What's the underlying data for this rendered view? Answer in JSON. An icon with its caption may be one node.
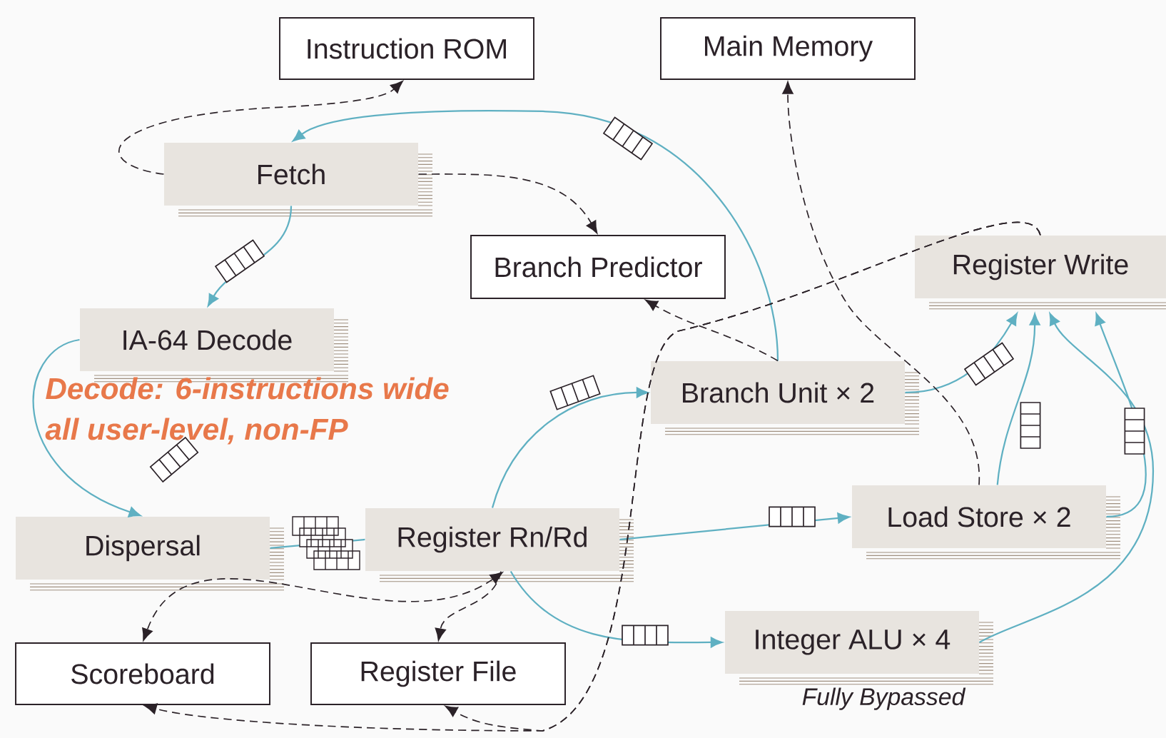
{
  "diagram": {
    "nodes": [
      {
        "text": [
          "Instruction ROM"
        ]
      },
      {
        "text": [
          "Main Memory"
        ]
      },
      {
        "text": [
          "Fetch"
        ]
      },
      {
        "text": [
          "Branch Predictor"
        ]
      },
      {
        "text": [
          "Register Write"
        ]
      },
      {
        "text": [
          "IA-64 Decode"
        ]
      },
      {
        "text": [
          "Branch Unit × 2"
        ]
      },
      {
        "text": [
          "Dispersal"
        ]
      },
      {
        "text": [
          "Register Rn/Rd"
        ]
      },
      {
        "text": [
          "Load Store × 2"
        ]
      },
      {
        "text": [
          "Integer ALU × 4"
        ],
        "beside": [
          "Fully Bypassed"
        ]
      },
      {
        "text": [
          "Scoreboard"
        ]
      },
      {
        "text": [
          "Register File"
        ]
      }
    ],
    "edges": [
      {
        "from": 2,
        "to": 0,
        "arrow": "to",
        "style": "dashed",
        "color": "#2b2228"
      },
      {
        "from": 2,
        "to": 3,
        "arrow": "to",
        "style": "dashed",
        "color": "#2b2228"
      },
      {
        "from": 6,
        "to": 2,
        "arrow": "to"
      },
      {
        "from": 2,
        "to": 5,
        "arrow": "to"
      },
      {
        "from": 5,
        "to": 7,
        "arrow": "to"
      },
      {
        "from": 7,
        "to": 8,
        "arrow": "none"
      },
      {
        "from": 8,
        "to": 6,
        "arrow": "to"
      },
      {
        "from": 8,
        "to": 9,
        "arrow": "to"
      },
      {
        "from": 8,
        "to": 10,
        "arrow": "to"
      },
      {
        "from": 8,
        "to": 11,
        "arrow": "both",
        "style": "dashed",
        "color": "#2b2228"
      },
      {
        "from": 8,
        "to": 12,
        "arrow": "to",
        "style": "dashed",
        "color": "#2b2228"
      },
      {
        "from": 6,
        "to": 3,
        "arrow": "to",
        "style": "dashed",
        "color": "#2b2228"
      },
      {
        "from": 6,
        "to": 4,
        "arrow": "to"
      },
      {
        "from": 9,
        "to": 4,
        "arrow": "to"
      },
      {
        "from": 9,
        "to": 4,
        "arrow": "to"
      },
      {
        "from": 10,
        "to": 4,
        "arrow": "to"
      },
      {
        "from": 9,
        "to": 1,
        "arrow": "to",
        "style": "dashed",
        "color": "#2b2228"
      },
      {
        "from": 4,
        "to": 11,
        "arrow": "to",
        "style": "dashed",
        "color": "#2b2228"
      },
      {
        "from": 4,
        "to": 12,
        "arrow": "to",
        "style": "dashed",
        "color": "#2b2228"
      }
    ],
    "labels": [
      "Decode: 6-instructions wide",
      "all user-level, non-FP"
    ]
  }
}
